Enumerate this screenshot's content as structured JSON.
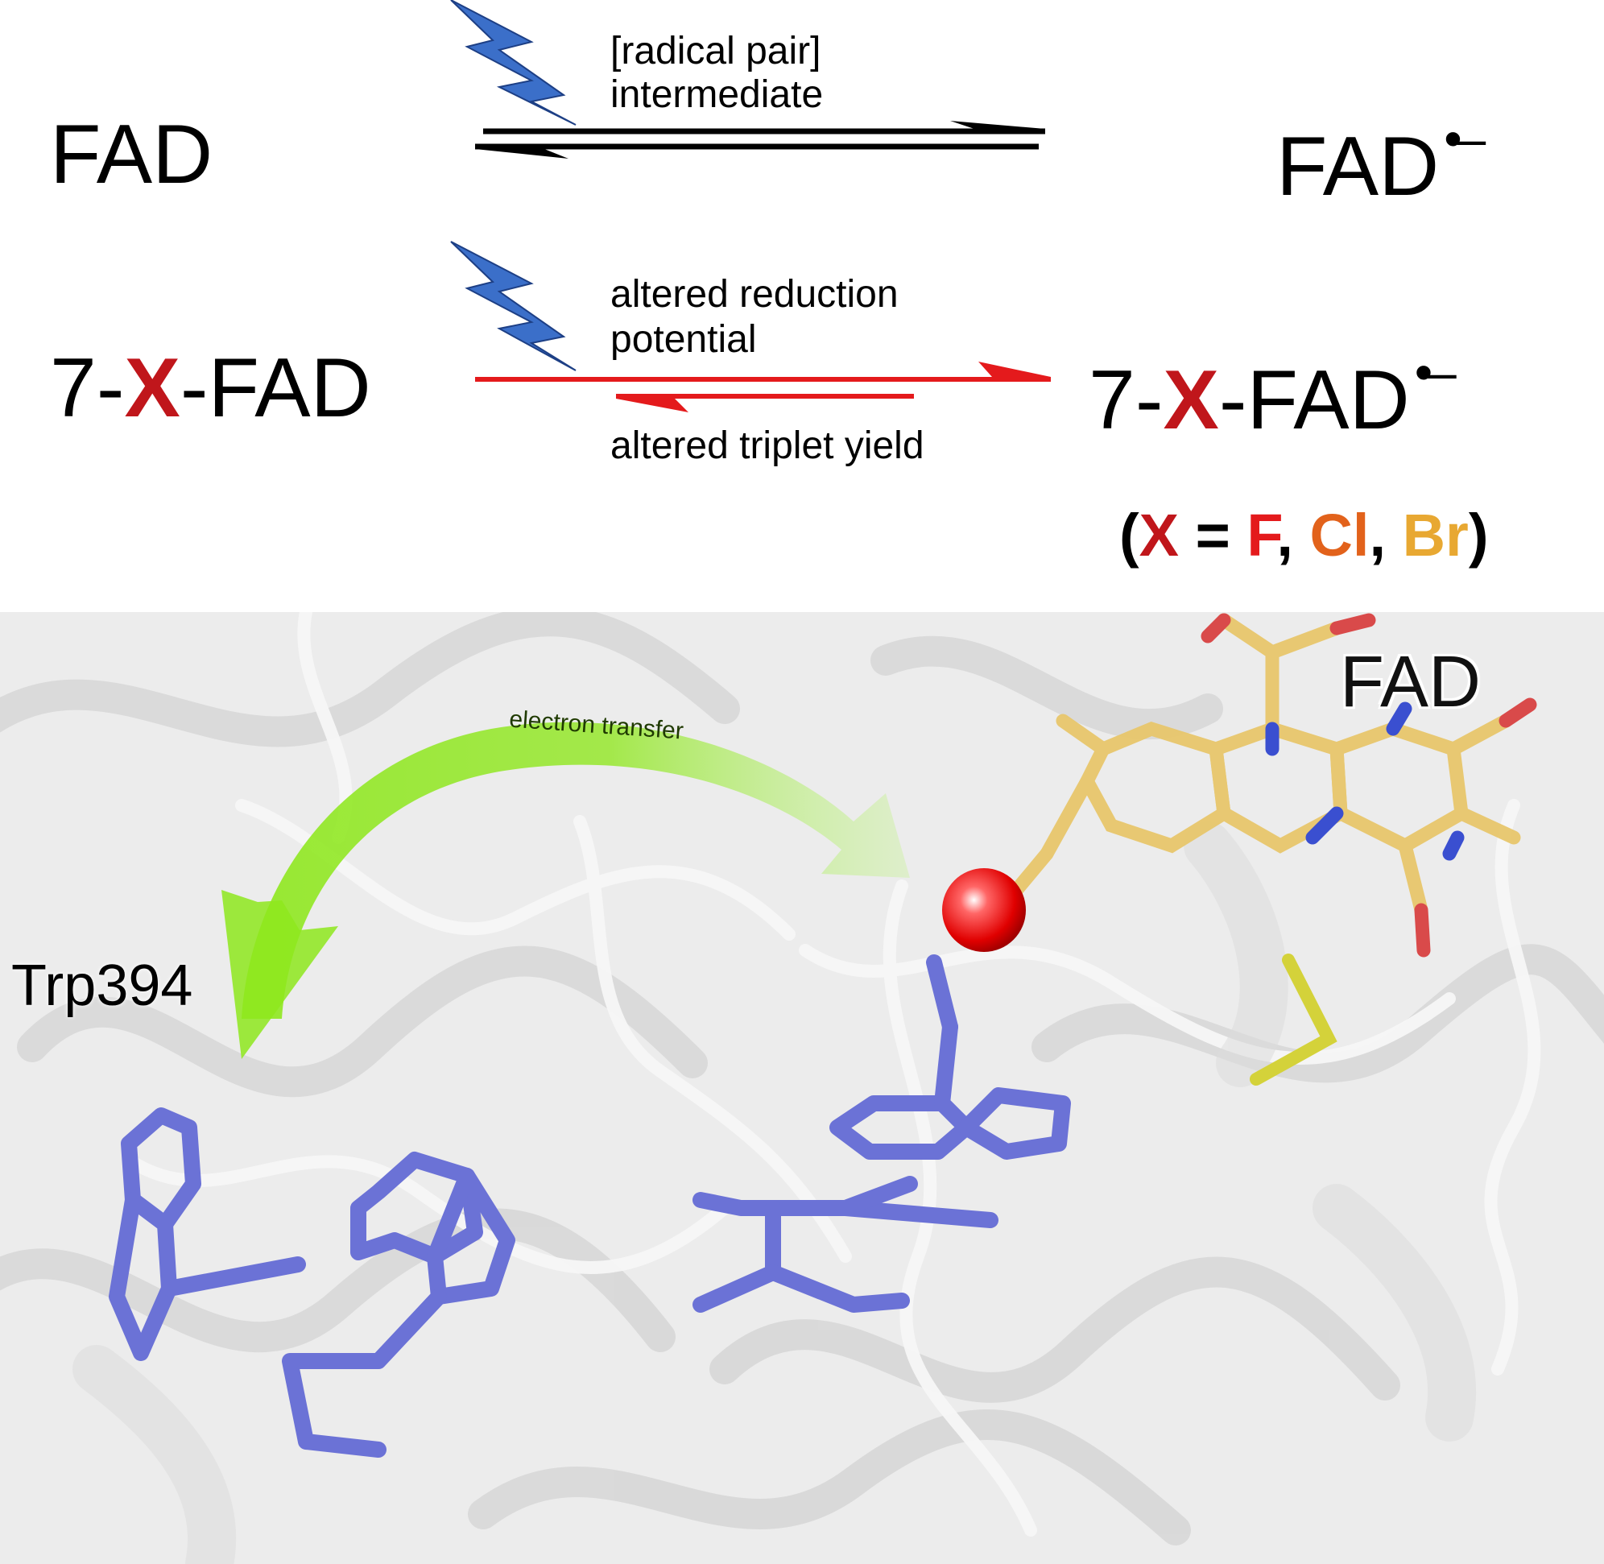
{
  "scheme": {
    "row1": {
      "left": "FAD",
      "right": "FAD",
      "right_superscript": "•–",
      "arrow_label_line1": "[radical pair]",
      "arrow_label_line2": "intermediate"
    },
    "row2": {
      "left_prefix": "7-",
      "left_x": "X",
      "left_suffix": "-FAD",
      "right_prefix": "7-",
      "right_x": "X",
      "right_suffix": "-FAD",
      "right_superscript": "•–",
      "arrow_label_top_line1": "altered reduction",
      "arrow_label_top_line2": "potential",
      "arrow_label_bottom": "altered triplet yield"
    },
    "legend": {
      "open": "(",
      "x": "X",
      "equals": " = ",
      "f": "F",
      "sep1": ", ",
      "cl": "Cl",
      "sep2": ", ",
      "br": "Br",
      "close": ")"
    }
  },
  "structure": {
    "fad_label": "FAD",
    "trp_label": "Trp394",
    "transfer_label": "electron transfer"
  },
  "colors": {
    "x_red": "#c0161b",
    "f_red": "#e41a1c",
    "cl_orange": "#e2621b",
    "br_yellow": "#e8a832",
    "arrow_red": "#e41a1c",
    "lightning_blue": "#3b6fc9",
    "tryptophan": "#6b72d6",
    "flavin": "#e8c76c",
    "transfer_green": "#7fe015"
  }
}
